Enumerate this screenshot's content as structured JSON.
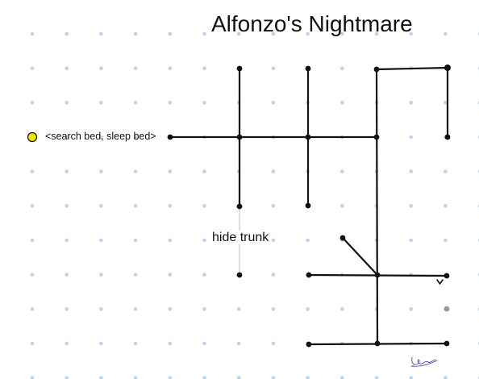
{
  "diagram": {
    "title": "Alfonzo's Nightmare",
    "start_node_label": "<search bed, sleep bed>",
    "branch_label": "hide trunk"
  },
  "colors": {
    "background": "#ffffff",
    "grid_dot": "#b9d4ee",
    "line": "#111111",
    "start_node_fill": "#f2e600",
    "inactive_node": "#9a9a9a",
    "signature": "#4a4aa8"
  },
  "icons": {
    "start_node": "yellow-circle-icon",
    "chevron": "chevron-down-icon",
    "signature": "signature-icon"
  }
}
